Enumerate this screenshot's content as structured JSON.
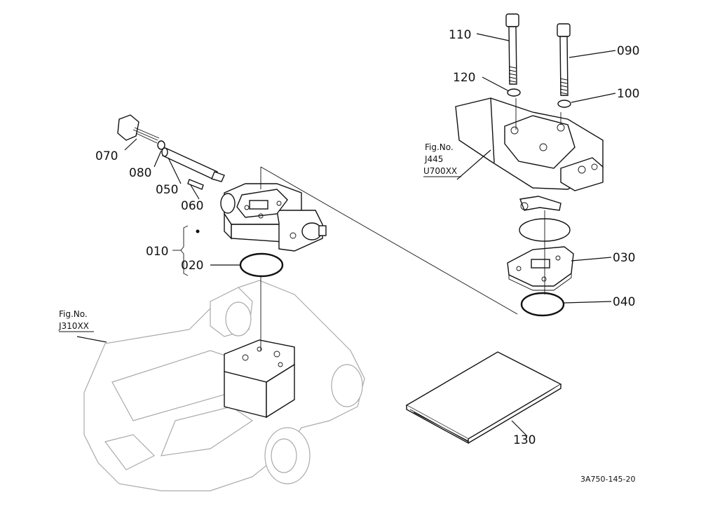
{
  "labels": {
    "p010": "010",
    "p020": "020",
    "p030": "030",
    "p040": "040",
    "p050": "050",
    "p060": "060",
    "p070": "070",
    "p080": "080",
    "p090": "090",
    "p100": "100",
    "p110": "110",
    "p120": "120",
    "p130": "130"
  },
  "refs": {
    "ref_j445_fig": "Fig.No.",
    "ref_j445_no": "J445",
    "ref_j445_model": "U700XX",
    "ref_j310_fig": "Fig.No.",
    "ref_j310_no": "J310XX"
  },
  "diagram_code": "3A750-145-20"
}
